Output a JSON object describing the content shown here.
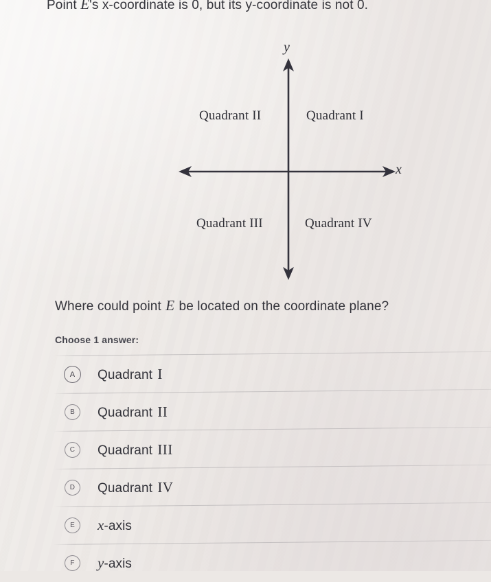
{
  "stem": {
    "text_before_var": "Point ",
    "var": "E",
    "text_after_var": "'s x-coordinate is 0, but its y-coordinate is not 0."
  },
  "figure": {
    "y_axis_label": "y",
    "x_axis_label": "x",
    "quadrant_1": "Quadrant I",
    "quadrant_2": "Quadrant II",
    "quadrant_3": "Quadrant III",
    "quadrant_4": "Quadrant IV"
  },
  "prompt": {
    "before_var": "Where could point ",
    "var": "E",
    "after_var": " be located on the coordinate plane?"
  },
  "instruction": "Choose 1 answer:",
  "options": [
    {
      "letter": "A",
      "prefix": "Quadrant ",
      "roman": "I",
      "math": ""
    },
    {
      "letter": "B",
      "prefix": "Quadrant ",
      "roman": "II",
      "math": ""
    },
    {
      "letter": "C",
      "prefix": "Quadrant ",
      "roman": "III",
      "math": ""
    },
    {
      "letter": "D",
      "prefix": "Quadrant ",
      "roman": "IV",
      "math": ""
    },
    {
      "letter": "E",
      "prefix": "",
      "roman": "",
      "math": "x",
      "suffix": "-axis"
    },
    {
      "letter": "F",
      "prefix": "",
      "roman": "",
      "math": "y",
      "suffix": "-axis"
    }
  ],
  "colors": {
    "page_background": "#ece8e5",
    "text": "#33333a",
    "axis": "#33323c",
    "divider": "#96949 8"
  }
}
